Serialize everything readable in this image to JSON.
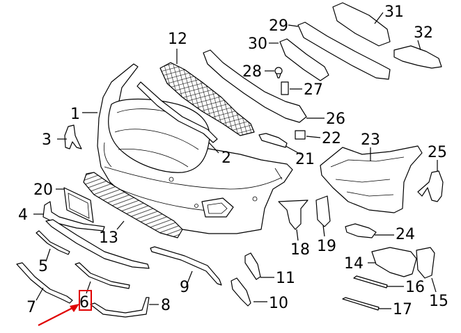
{
  "callouts": {
    "c1": "1",
    "c2": "2",
    "c3": "3",
    "c4": "4",
    "c5": "5",
    "c6": "6",
    "c7": "7",
    "c8": "8",
    "c9": "9",
    "c10": "10",
    "c11": "11",
    "c12": "12",
    "c13": "13",
    "c14": "14",
    "c15": "15",
    "c16": "16",
    "c17": "17",
    "c18": "18",
    "c19": "19",
    "c20": "20",
    "c21": "21",
    "c22": "22",
    "c23": "23",
    "c24": "24",
    "c25": "25",
    "c26": "26",
    "c27": "27",
    "c28": "28",
    "c29": "29",
    "c30": "30",
    "c31": "31",
    "c32": "32"
  },
  "highlight": {
    "target_part": "6",
    "box_color": "#e00000",
    "arrow_color": "#e00000"
  }
}
